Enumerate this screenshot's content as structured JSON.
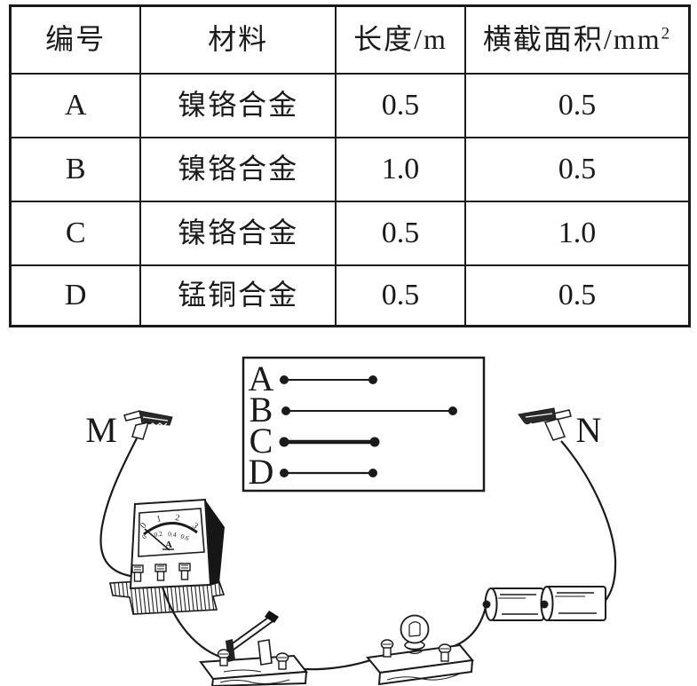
{
  "table": {
    "headers": {
      "col1": "编号",
      "col2": "材料",
      "col3": "长度/m",
      "col4_base": "横截面积/mm",
      "col4_sup": "2"
    },
    "rows": [
      {
        "id": "A",
        "material": "镍铬合金",
        "length": "0.5",
        "area": "0.5"
      },
      {
        "id": "B",
        "material": "镍铬合金",
        "length": "1.0",
        "area": "0.5"
      },
      {
        "id": "C",
        "material": "镍铬合金",
        "length": "0.5",
        "area": "1.0"
      },
      {
        "id": "D",
        "material": "锰铜合金",
        "length": "0.5",
        "area": "0.5"
      }
    ]
  },
  "wirebox": {
    "items": [
      {
        "label": "A",
        "thick": false,
        "relative_length": "short"
      },
      {
        "label": "B",
        "thick": false,
        "relative_length": "long"
      },
      {
        "label": "C",
        "thick": true,
        "relative_length": "short"
      },
      {
        "label": "D",
        "thick": false,
        "relative_length": "short"
      }
    ]
  },
  "probes": {
    "left": "M",
    "right": "N"
  },
  "ammeter": {
    "outer_scale": [
      "0",
      "1",
      "2",
      "3"
    ],
    "inner_scale": [
      "0",
      "0.2",
      "0.4",
      "0.6"
    ],
    "unit": "A"
  },
  "colors": {
    "ink": "#1a1a1a",
    "paper": "#ffffff"
  }
}
